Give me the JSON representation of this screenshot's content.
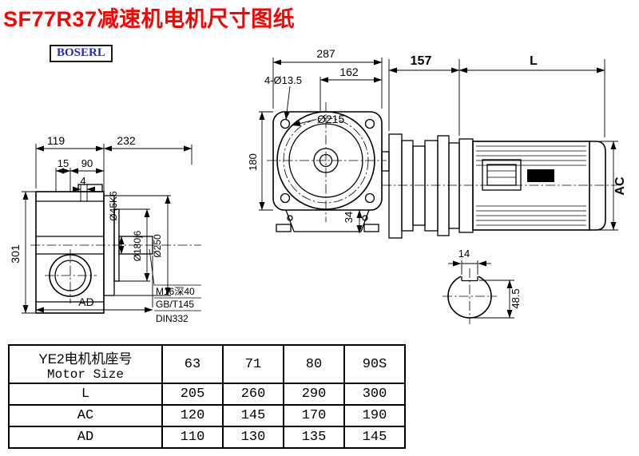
{
  "title": "SF77R37减速机电机尺寸图纸",
  "logo": "BOSERL",
  "drawing": {
    "top_view": {
      "width_total": "287",
      "width_inner": "162",
      "holes": "4-Ø13.5",
      "flange_dia": "Ø215",
      "height": "180",
      "foot": "34"
    },
    "side_view": {
      "adapter_len": "157",
      "motor_len": "L",
      "motor_dia": "AC"
    },
    "front_view": {
      "off_left": "119",
      "off_right": "232",
      "off_15": "15",
      "off_90": "90",
      "off_4": "4",
      "shaft_dia": "Ø45K6",
      "spigot_dia": "Ø180j6",
      "flange_od": "Ø250",
      "height": "301",
      "ad": "AD",
      "tap_note": "M16深40",
      "std1": "GB/T145",
      "std2": "DIN332"
    },
    "shaft_section": {
      "key_width": "14",
      "key_depth": "48.5"
    }
  },
  "table": {
    "header_cn": "YE2电机机座号",
    "header_en": "Motor Size",
    "columns": [
      "63",
      "71",
      "80",
      "90S"
    ],
    "rows": [
      {
        "label": "L",
        "values": [
          "205",
          "260",
          "290",
          "300"
        ]
      },
      {
        "label": "AC",
        "values": [
          "120",
          "145",
          "170",
          "190"
        ]
      },
      {
        "label": "AD",
        "values": [
          "110",
          "130",
          "135",
          "145"
        ]
      }
    ]
  }
}
